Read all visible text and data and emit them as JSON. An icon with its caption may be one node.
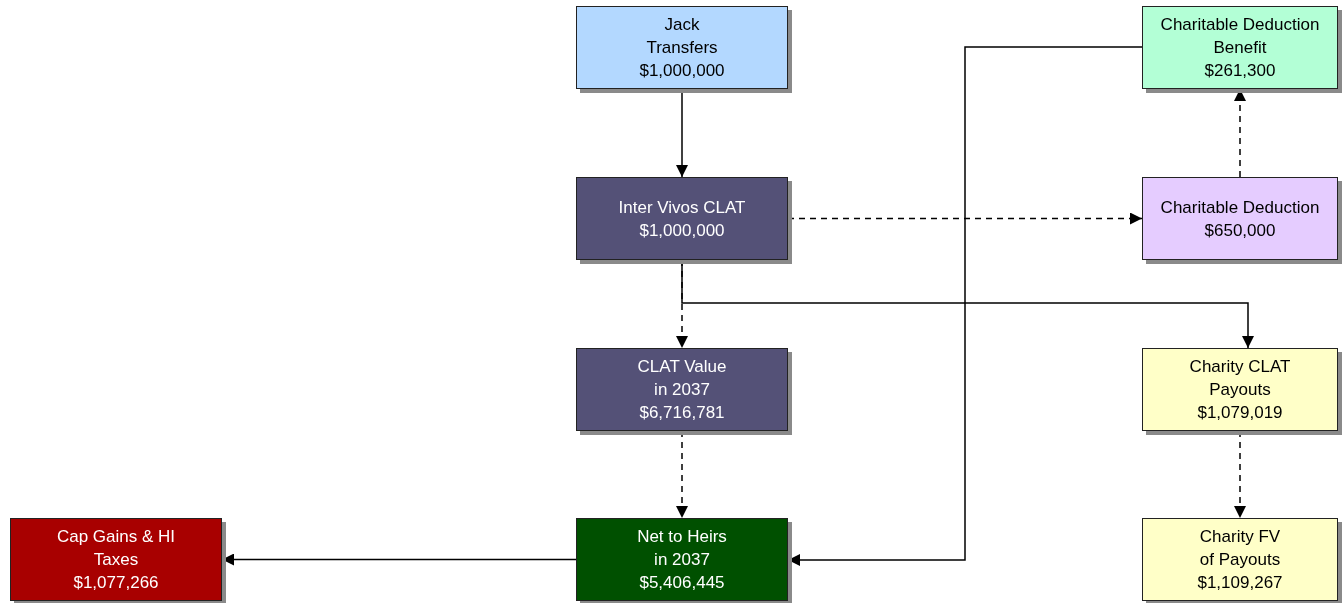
{
  "diagram": {
    "nodes": [
      {
        "text": [
          "Jack Transfers",
          "$1,000,000"
        ]
      },
      {
        "text": [
          "Charitable Deduction Benefit",
          "$261,300"
        ]
      },
      {
        "text": [
          "Inter Vivos CLAT",
          "$1,000,000"
        ]
      },
      {
        "text": [
          "Charitable Deduction",
          "$650,000"
        ]
      },
      {
        "text": [
          "CLAT Value in 2037",
          "$6,716,781"
        ]
      },
      {
        "text": [
          "Charity CLAT Payouts",
          "$1,079,019"
        ]
      },
      {
        "text": [
          "Cap Gains & HI Taxes",
          "$1,077,266"
        ]
      },
      {
        "text": [
          "Net to Heirs in 2037",
          "$5,406,445"
        ]
      },
      {
        "text": [
          "Charity FV of Payouts",
          "$1,109,267"
        ]
      }
    ],
    "edges": [
      {
        "from": 0,
        "to": 2,
        "arrow": "to"
      },
      {
        "from": 2,
        "to": 3,
        "arrow": "to",
        "style": "dashed"
      },
      {
        "from": 3,
        "to": 1,
        "arrow": "to",
        "style": "dashed"
      },
      {
        "from": 2,
        "to": 4,
        "arrow": "to",
        "style": "dashed"
      },
      {
        "from": 2,
        "to": 5,
        "arrow": "to"
      },
      {
        "from": 4,
        "to": 7,
        "arrow": "to",
        "style": "dashed"
      },
      {
        "from": 5,
        "to": 8,
        "arrow": "to",
        "style": "dashed"
      },
      {
        "from": 1,
        "to": 7,
        "arrow": "to"
      },
      {
        "from": 7,
        "to": 6,
        "arrow": "to"
      }
    ]
  }
}
